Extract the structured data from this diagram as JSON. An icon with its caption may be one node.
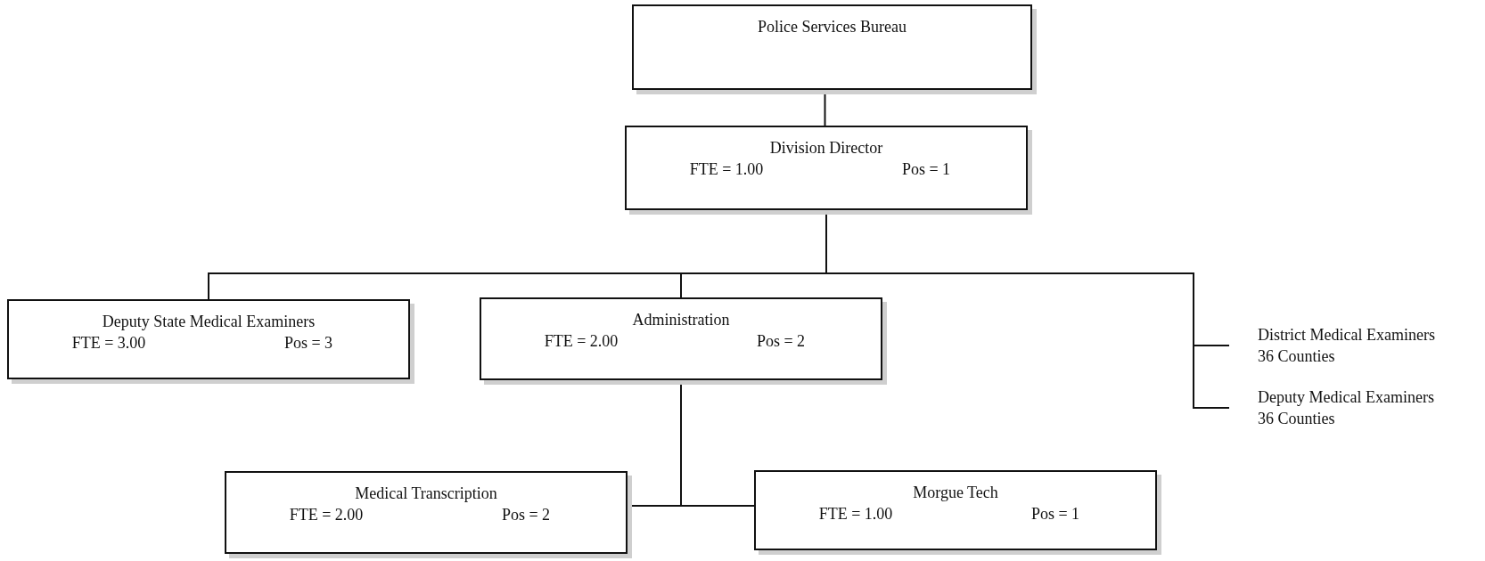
{
  "diagram": {
    "nodes": [
      {
        "text": [
          "Police Services Bureau"
        ]
      },
      {
        "text": [
          "Division Director",
          "FTE = 1.00",
          "Pos = 1"
        ]
      },
      {
        "text": [
          "Deputy State Medical Examiners",
          "FTE = 3.00",
          "Pos = 3"
        ]
      },
      {
        "text": [
          "Administration",
          "FTE = 2.00",
          "Pos = 2"
        ]
      },
      {
        "text": [
          "District Medical Examiners",
          "36 Counties"
        ]
      },
      {
        "text": [
          "Deputy Medical Examiners",
          "36 Counties"
        ]
      },
      {
        "text": [
          "Medical Transcription",
          "FTE = 2.00",
          "Pos = 2"
        ]
      },
      {
        "text": [
          "Morgue Tech",
          "FTE = 1.00",
          "Pos = 1"
        ]
      }
    ],
    "edges": [
      {
        "from": 0,
        "to": 1,
        "arrow": "none"
      },
      {
        "from": 1,
        "to": 2,
        "arrow": "none"
      },
      {
        "from": 1,
        "to": 3,
        "arrow": "none"
      },
      {
        "from": 1,
        "to": 4,
        "arrow": "none"
      },
      {
        "from": 1,
        "to": 5,
        "arrow": "none"
      },
      {
        "from": 3,
        "to": 6,
        "arrow": "none"
      },
      {
        "from": 3,
        "to": 7,
        "arrow": "none"
      }
    ]
  }
}
